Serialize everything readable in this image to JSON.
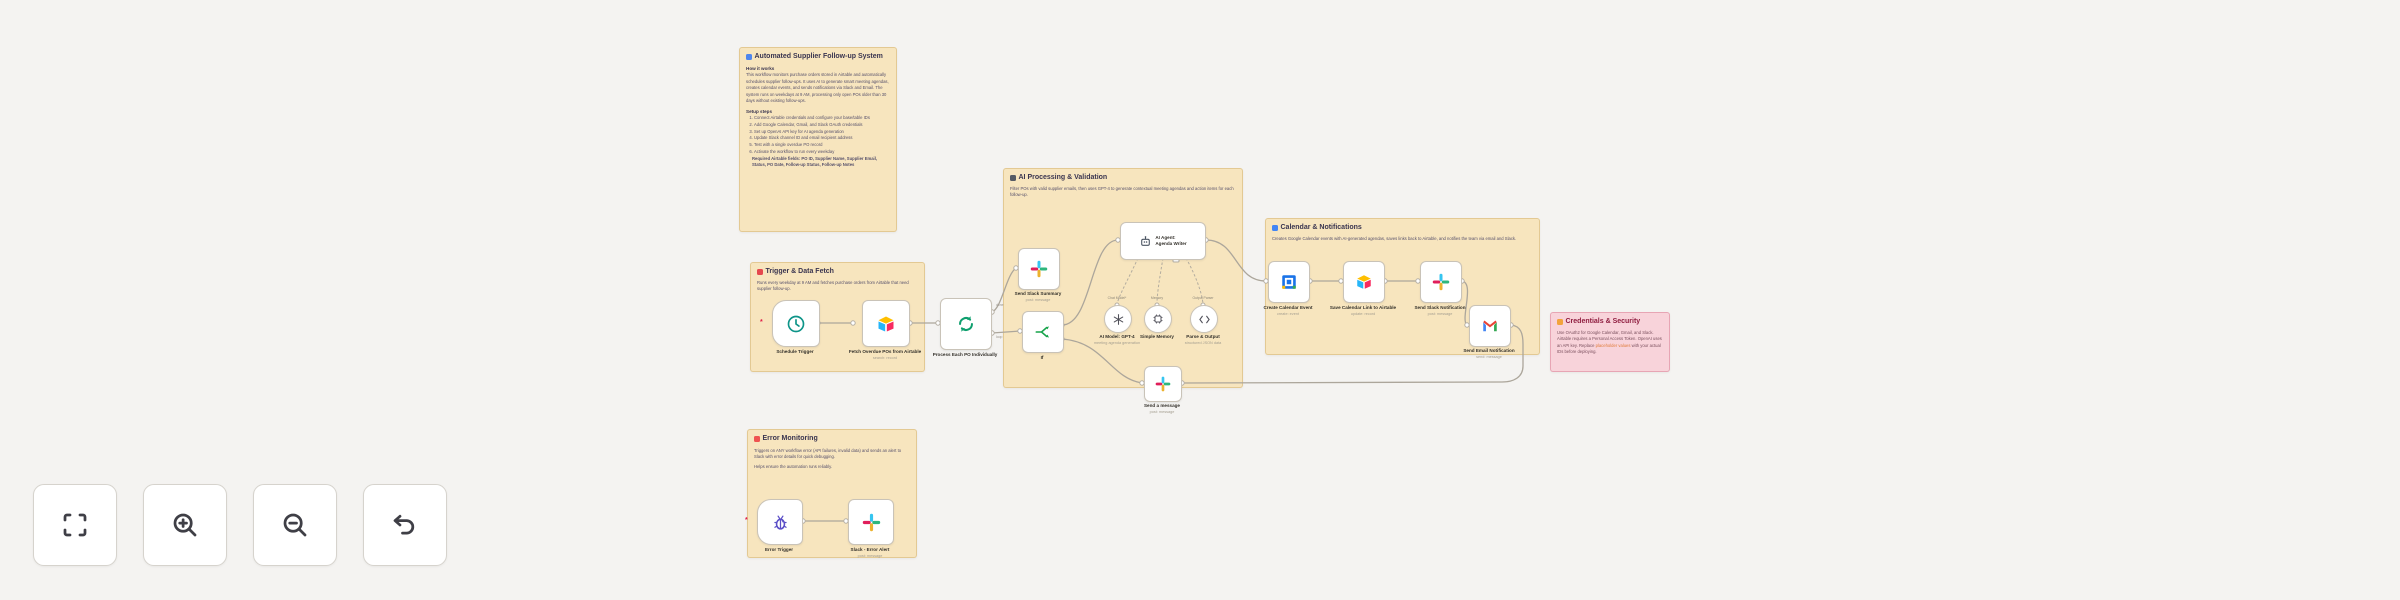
{
  "colors": {
    "canvas_bg": "#f4f3f1",
    "sticky_yellow": "#f7e5be",
    "sticky_pink": "#f8d3da",
    "wire": "#aca69b",
    "node_border": "#c9c3b8",
    "error_marker": "#e11d48",
    "slack_blue": "#36C5F0",
    "slack_green": "#2EB67D",
    "slack_yellow": "#ECB22E",
    "slack_red": "#E01E5A"
  },
  "toolbar": {
    "buttons": [
      "fit-view",
      "zoom-in",
      "zoom-out",
      "undo"
    ]
  },
  "stickies": {
    "overview": {
      "title": "Automated Supplier Follow-up System",
      "how_title": "How it works",
      "how_text": "This workflow monitors purchase orders stored in Airtable and automatically schedules supplier follow-ups. It uses AI to generate smart meeting agendas, creates calendar events, and sends notifications via Slack and Email. The system runs on weekdays at 9 AM, processing only open POs older than 30 days without existing follow-ups.",
      "setup_title": "Setup steps",
      "steps": [
        "Connect Airtable credentials and configure your base/table IDs",
        "Add Google Calendar, Gmail, and Slack OAuth credentials",
        "Set up OpenAI API key for AI agenda generation",
        "Update Slack channel ID and email recipient address",
        "Test with a single overdue PO record",
        "Activate the workflow to run every weekday"
      ],
      "note_label": "Required Airtable fields:",
      "note_text": " PO ID, Supplier Name, Supplier Email, Status, PO Date, Follow-up Status, Follow-up Notes"
    },
    "trigger": {
      "title": "Trigger & Data Fetch",
      "desc": "Runs every weekday at 9 AM and fetches purchase orders from Airtable that need supplier follow-up."
    },
    "ai": {
      "title": "AI Processing & Validation",
      "desc": "Filter POs with valid supplier emails, then uses GPT-4 to generate contextual meeting agendas and action items for each follow-up."
    },
    "calendar": {
      "title": "Calendar & Notifications",
      "desc": "Creates Google Calendar events with AI-generated agendas, saves links back to Airtable, and notifies the team via email and Slack."
    },
    "credentials": {
      "title": "Credentials & Security",
      "desc_1": "Use OAuth2 for Google Calendar, Gmail, and Slack. Airtable requires a Personal Access Token. OpenAI uses an API key. Replace ",
      "link_text": "placeholder values",
      "desc_2": " with your actual IDs before deploying."
    },
    "error": {
      "title": "Error Monitoring",
      "desc_1": "Triggers on ANY workflow error (API failures, invalid data) and sends an alert to Slack with error details for quick debugging.",
      "desc_2": "Helps ensure the automation runs reliably."
    }
  },
  "nodes": {
    "schedule": {
      "label": "Schedule Trigger"
    },
    "fetch": {
      "label": "Fetch Overdue POs from Airtable",
      "sub": "search: record"
    },
    "loop": {
      "label": "Process Each PO Individually"
    },
    "slack_summary": {
      "label": "Send Slack Summary",
      "sub": "post: message"
    },
    "if_node": {
      "label": "If"
    },
    "agent": {
      "line1": "AI Agent:",
      "line2": "Agenda Writer"
    },
    "model": {
      "port": "Chat Model*",
      "label": "AI Model: GPT-4",
      "sub": "meeting agenda generation"
    },
    "memory": {
      "port": "Memory",
      "label": "Simple Memory"
    },
    "parser": {
      "port": "Output Parser",
      "label": "Parse & Output",
      "sub": "structured JSON data"
    },
    "send_message": {
      "label": "Send a message",
      "sub": "post: message"
    },
    "gcal": {
      "label": "Create Calendar Event",
      "sub": "create: event"
    },
    "save_link": {
      "label": "Save Calendar Link to Airtable",
      "sub": "update: record"
    },
    "slack_notif": {
      "label": "Send Slack Notification",
      "sub": "post: message"
    },
    "gmail": {
      "label": "Send Email Notification",
      "sub": "send: message"
    },
    "error_trigger": {
      "label": "Error Trigger"
    },
    "slack_error": {
      "label": "Slack - Error Alert",
      "sub": "post: message"
    }
  },
  "wire_labels": {
    "done": "done",
    "loop": "loop"
  }
}
